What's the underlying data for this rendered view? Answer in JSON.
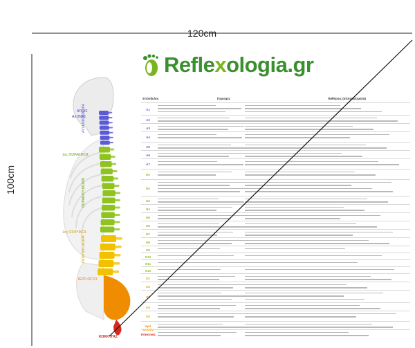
{
  "dimensions": {
    "width_label": "120cm",
    "height_label": "100cm"
  },
  "logo": {
    "text_a": "Refle",
    "text_b": "x",
    "text_c": "ologia.gr"
  },
  "colors": {
    "brand_green": "#3a8f2e",
    "leaf_green": "#7ab51d",
    "cervical": "#5b5bd6",
    "thoracic": "#8fc31f",
    "lumbar": "#f2c200",
    "sacrum": "#f08c00",
    "coccyx": "#d62a1e"
  },
  "table": {
    "headers": [
      "Σπόνδυλοι",
      "Περιοχές",
      "Παθήσεις (αποτελέσματα)"
    ],
    "rows": [
      {
        "v": "Α1",
        "color": "#5b5bd6"
      },
      {
        "v": "Α2",
        "color": "#5b5bd6"
      },
      {
        "v": "Α3",
        "color": "#5b5bd6"
      },
      {
        "v": "Α4",
        "color": "#5b5bd6"
      },
      {
        "v": "Α5",
        "color": "#5b5bd6"
      },
      {
        "v": "Α6",
        "color": "#5b5bd6"
      },
      {
        "v": "Α7",
        "color": "#5b5bd6"
      },
      {
        "v": "Θ1",
        "color": "#8fc31f"
      },
      {
        "v": "Θ2",
        "color": "#8fc31f"
      },
      {
        "v": "Θ3",
        "color": "#8fc31f"
      },
      {
        "v": "Θ4",
        "color": "#8fc31f"
      },
      {
        "v": "Θ5",
        "color": "#8fc31f"
      },
      {
        "v": "Θ6",
        "color": "#8fc31f"
      },
      {
        "v": "Θ7",
        "color": "#8fc31f"
      },
      {
        "v": "Θ8",
        "color": "#8fc31f"
      },
      {
        "v": "Θ9",
        "color": "#8fc31f"
      },
      {
        "v": "Θ10",
        "color": "#8fc31f"
      },
      {
        "v": "Θ11",
        "color": "#8fc31f"
      },
      {
        "v": "Θ12",
        "color": "#8fc31f"
      },
      {
        "v": "Ο1",
        "color": "#e0a800"
      },
      {
        "v": "Ο2",
        "color": "#e0a800"
      },
      {
        "v": "Ο3",
        "color": "#e0a800"
      },
      {
        "v": "Ο4",
        "color": "#e0a800"
      },
      {
        "v": "Ο5",
        "color": "#e0a800"
      },
      {
        "v": "Ιερό οστούν",
        "color": "#f08c00"
      },
      {
        "v": "Κόκκυγας",
        "color": "#d62a1e"
      }
    ]
  },
  "spine_labels": {
    "atlas": "ΑΤΛΑΣ",
    "axon": "ΑΞΟΝΑΣ",
    "cervical": "ΑΥΧΕΝΙΚΗ ΜΟΙΡΑ",
    "t1": "1ος ΘΩΡΑΚΙΚΟΣ",
    "thoracic": "ΘΩΡΑΚΙΚΗ ΜΟΙΡΑ",
    "l1": "1ος ΟΣΦΥΙΚΟΣ",
    "lumbar": "ΟΣΦΥΙΚΗ ΜΟΙΡΑ",
    "sacrum": "ΙΕΡΟ ΟΣΤΟ",
    "coccyx": "ΚΟΚΚΥΓΑΣ"
  }
}
